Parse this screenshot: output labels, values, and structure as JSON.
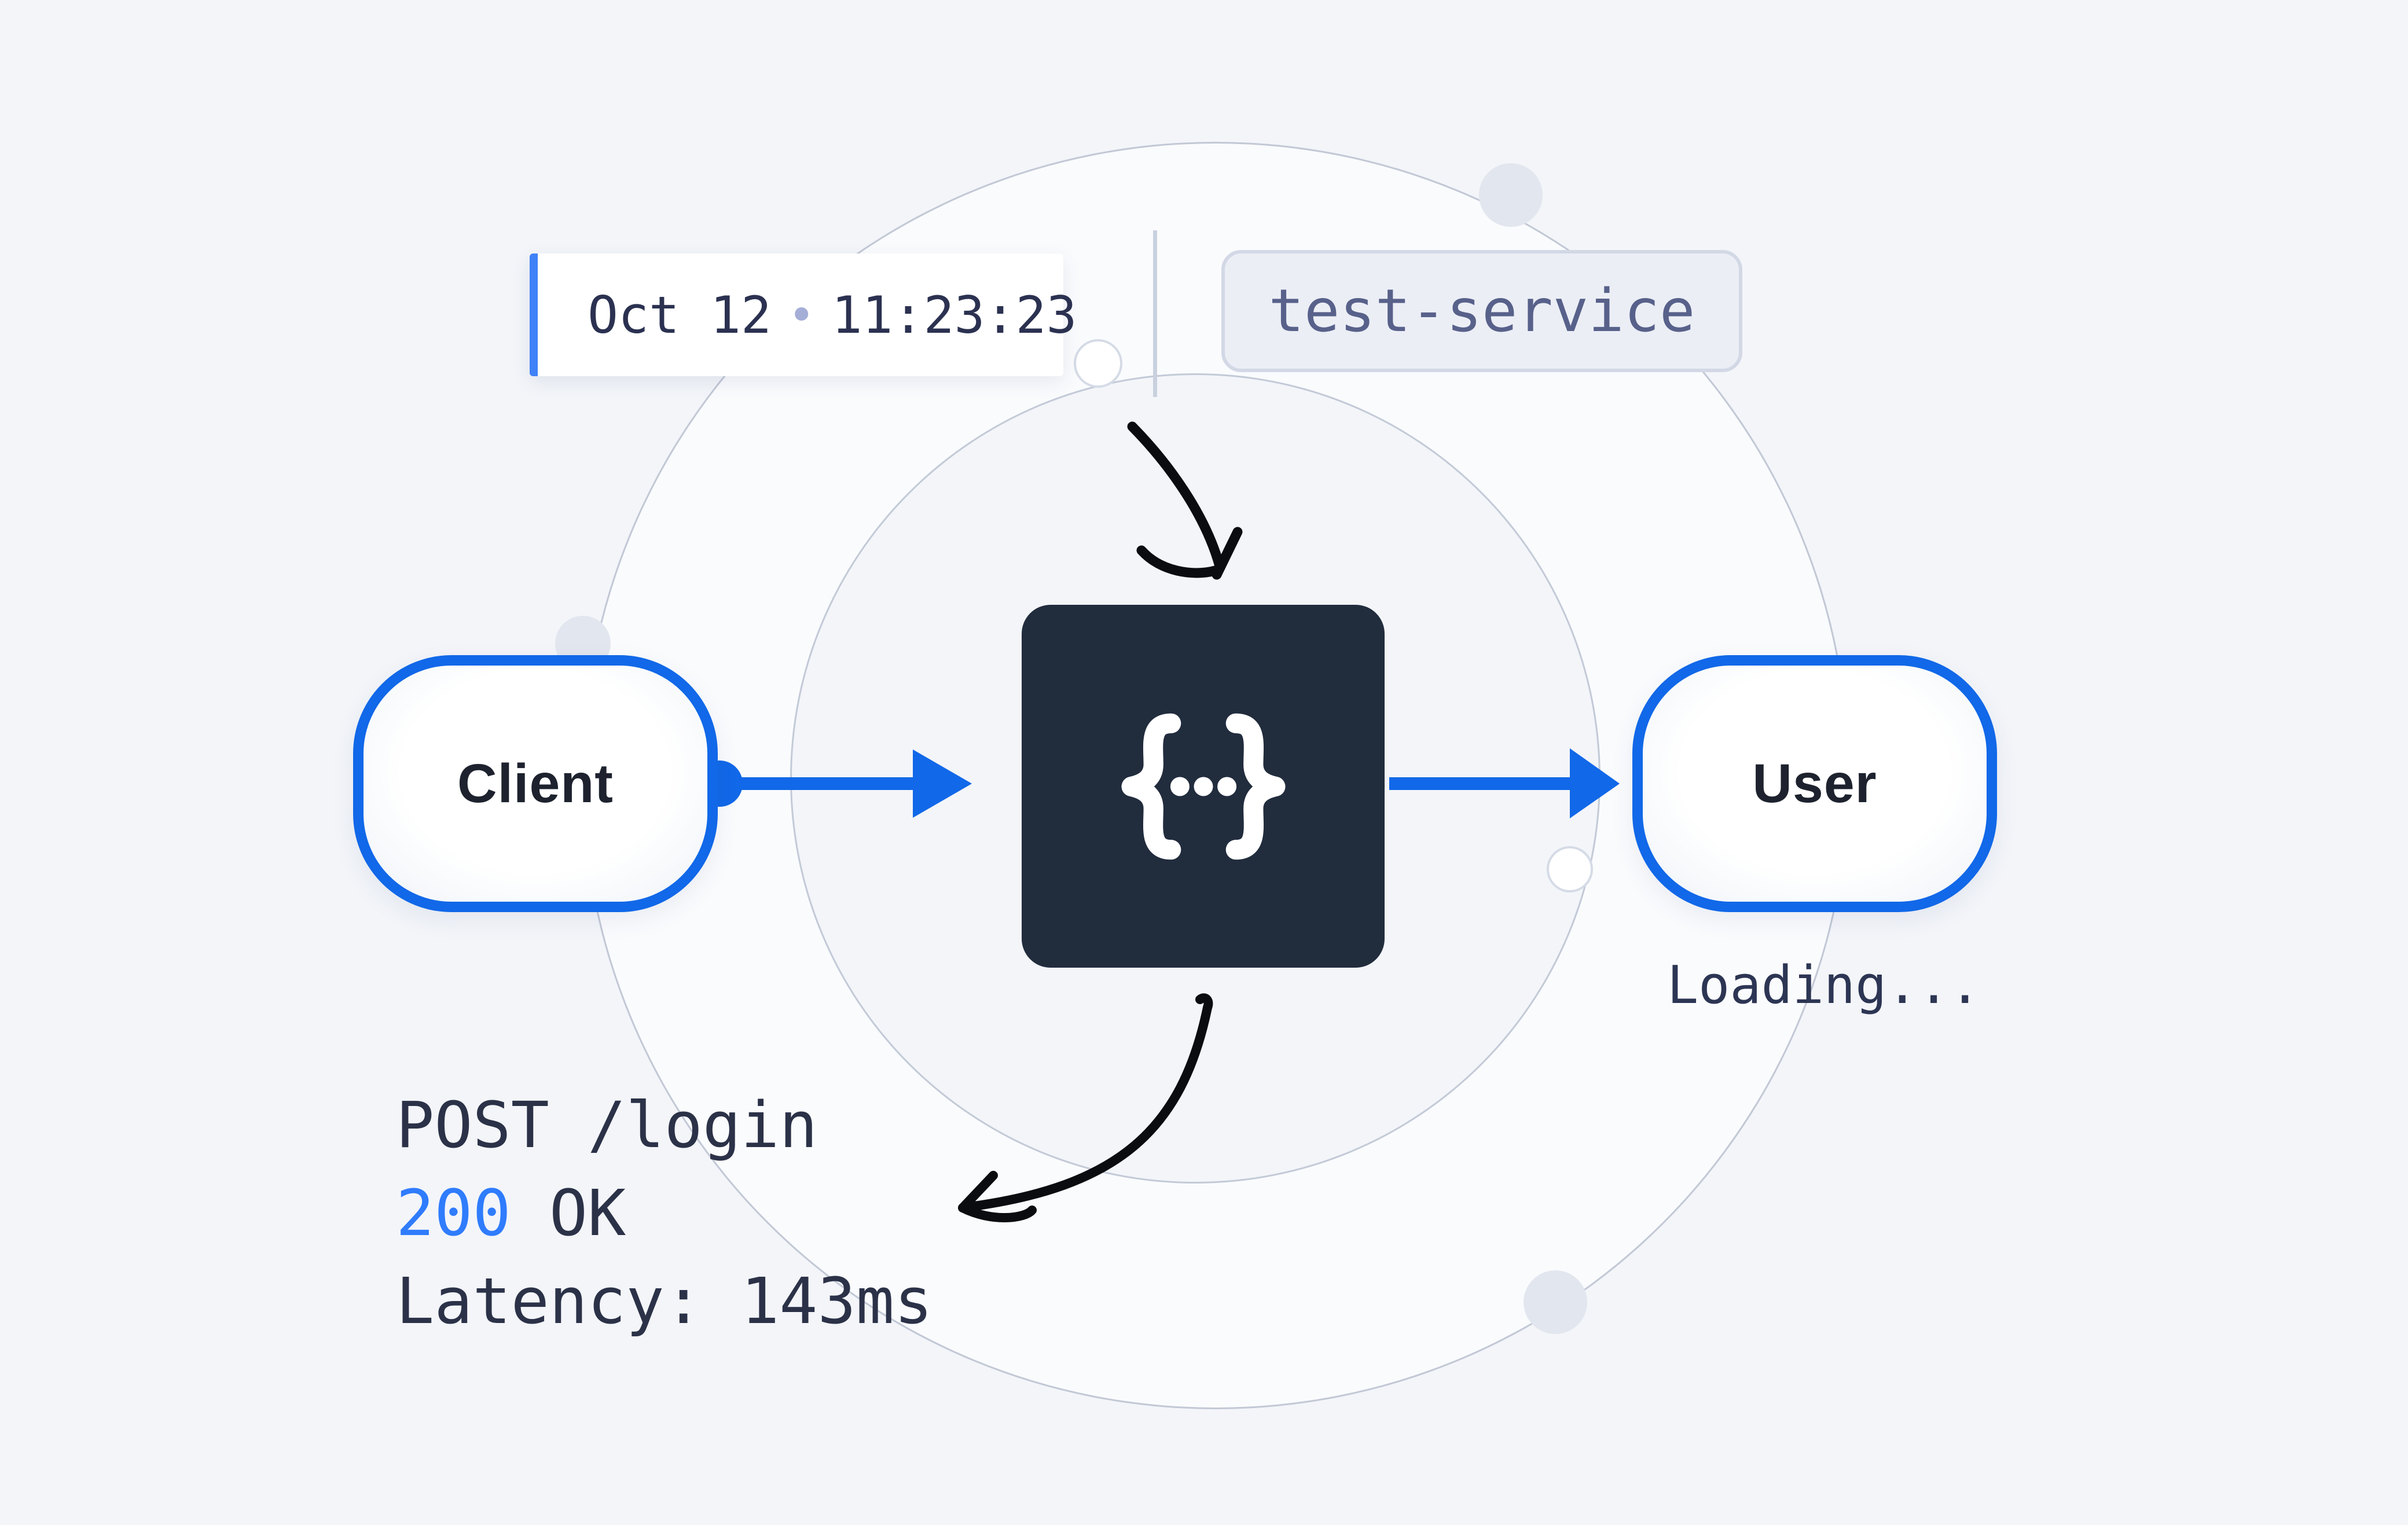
{
  "colors": {
    "background": "#f3f5f9",
    "accent_blue": "#1168e8",
    "status_blue": "#2f7cfd",
    "square_navy": "#212c3d",
    "text_dark": "#2b3248",
    "badge_text": "#58618a"
  },
  "timestamp": {
    "date": "Oct 12",
    "separator": "•",
    "time": "11:23:23"
  },
  "service_badge": {
    "label": "test-service"
  },
  "nodes": {
    "client": {
      "label": "Client"
    },
    "service": {
      "icon": "code-braces-icon"
    },
    "user": {
      "label": "User",
      "status": "Loading..."
    }
  },
  "request": {
    "method_line": "POST /login",
    "status_code": "200",
    "status_text": "OK",
    "latency_line": "Latency: 143ms"
  }
}
